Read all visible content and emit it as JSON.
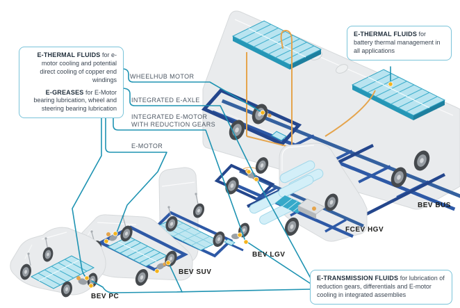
{
  "diagram": {
    "subject": "Electric vehicle platforms and e-fluid application points",
    "callouts": {
      "left_thermal_bold": "E-THERMAL FLUIDS",
      "left_thermal_text": " for e-motor cooling and potential direct cooling of copper end windings",
      "left_greases_bold": "E-GREASES",
      "left_greases_text": " for E-Motor bearing lubrication, wheel and steering bearing lubrication",
      "battery_bold": "E-THERMAL FLUIDS",
      "battery_text": " for battery thermal management in all applications",
      "transmission_bold": "E-TRANSMISSION FLUIDS",
      "transmission_text": " for lubrication of reduction gears, differentials and E-motor cooling in integrated assemblies"
    },
    "component_labels": {
      "wheelhub": "WHEELHUB MOTOR",
      "e_axle": "INTEGRATED E-AXLE",
      "e_motor_reduction": "INTEGRATED E-MOTOR\nWITH REDUCTION GEARS",
      "e_motor": "E-MOTOR"
    },
    "vehicle_labels": {
      "bev_pc": "BEV PC",
      "bev_suv": "BEV SUV",
      "bev_lgv": "BEV LGV",
      "fcev_hgv": "FCEV HGV",
      "bev_bus": "BEV BUS"
    },
    "colors": {
      "leader_line_teal": "#1e93b2",
      "callout_border": "#79c3d9",
      "chassis_blue": "#2e59a6",
      "battery_top": "#b9e4f0",
      "battery_stripe": "#42b0cd",
      "battery_side": "#2596b6",
      "hydrogen_tank": "#d3eff8",
      "cable_orange": "#e5a44c",
      "marker_dot_yellow": "#f4b41d",
      "ghost_body_gray": "#e9ebed"
    }
  }
}
